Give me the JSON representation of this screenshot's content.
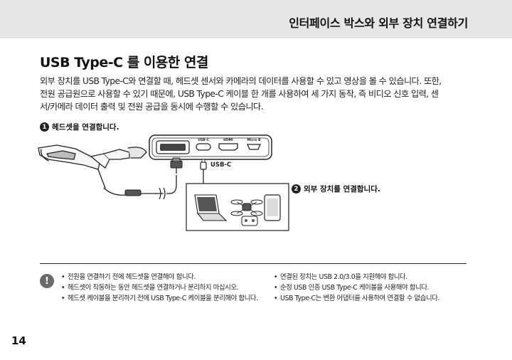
{
  "header": {
    "title": "인터페이스 박스와 외부 장치 연결하기"
  },
  "section": {
    "heading": "USB Type-C 를 이용한 연결"
  },
  "intro": [
    "외부 장치를 USB Type-C와 연결할 때, 헤드셋 센서와 카메라의 데이터를 사용할 수 있고 영상을 볼 수 있습니다. 또한,",
    "전원 공급원으로 사용할 수 있기 때문에, USB Type-C 케이블 한 개를 사용하여 세 가지 동작, 즉 비디오 신호 입력, 센",
    "서/카메라 데이터 출력 및 전원 공급을 동시에 수행할 수 있습니다."
  ],
  "steps": [
    {
      "number": "1",
      "label": "헤드셋을 연결합니다."
    },
    {
      "number": "2",
      "label": "외부 장치를 연결합니다."
    }
  ],
  "diagram": {
    "port_labels": [
      "USB-C",
      "HDMI",
      "Micro B"
    ],
    "cable_label": "USB-C"
  },
  "caution": {
    "icon": "!"
  },
  "notes_left": [
    "전원을 연결하기 전에 헤드셋을 연결해야 합니다.",
    "헤드셋이 작동하는 동안 헤드셋을 연결하거나 분리하지 마십시오.",
    "헤드셋 케이블을 분리하기 전에 USB Type-C 케이블을 분리해야 합니다."
  ],
  "notes_right": [
    "연결된 장치는 USB 2.0/3.0을 지원해야 합니다.",
    "순정 USB 인증 USB Type-C 케이블을 사용해야 합니다.",
    "USB Type-C는 변환 어댑터를 사용하여 연결할 수 없습니다."
  ],
  "page": {
    "number": "14"
  }
}
